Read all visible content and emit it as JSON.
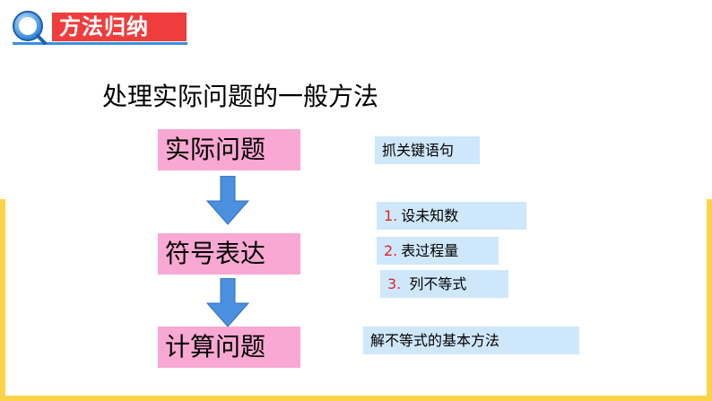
{
  "header": {
    "title": "方法归纳"
  },
  "main_title": "处理实际问题的一般方法",
  "flow": [
    {
      "label": "实际问题"
    },
    {
      "label": "符号表达"
    },
    {
      "label": "计算问题"
    }
  ],
  "notes": {
    "grab": "抓关键语句",
    "steps": [
      {
        "num": "1.",
        "text": "设未知数"
      },
      {
        "num": "2.",
        "text": "表过程量"
      },
      {
        "num": "3.",
        "text": " 列不等式"
      }
    ],
    "method": "解不等式的基本方法"
  },
  "colors": {
    "accent_red": "#ef3d3d",
    "pink_box": "#f8a8d2",
    "blue_box": "#cfe7fa",
    "arrow_blue": "#4a8fe0",
    "background_yellow": "#fbd24a"
  }
}
